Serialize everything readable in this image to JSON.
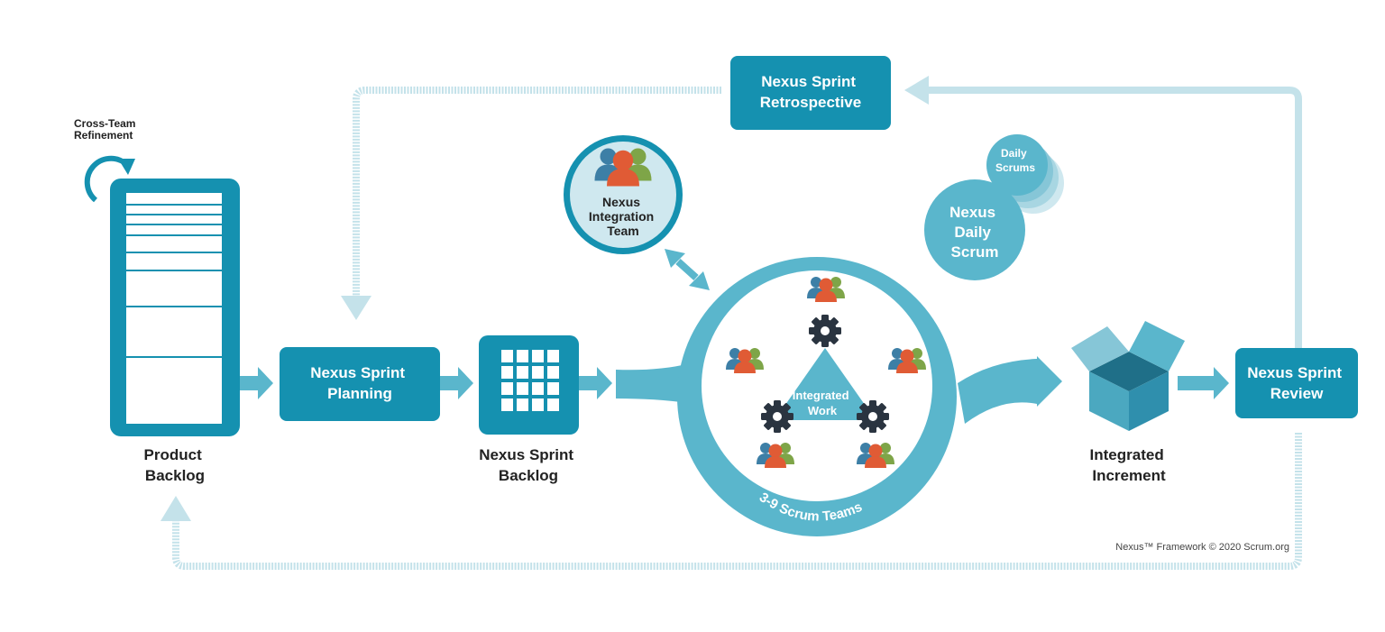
{
  "colors": {
    "teal": "#1591b0",
    "teal_light": "#5ab6cc",
    "teal_pale": "#cfe8ef",
    "dotted_line": "#c4e2ea",
    "gear": "#2a3440",
    "person_red": "#e05b35",
    "person_blue": "#3d7fa6",
    "person_green": "#7ea548"
  },
  "cross_team_refinement": {
    "line1": "Cross-Team",
    "line2": "Refinement"
  },
  "product_backlog": {
    "line1": "Product",
    "line2": "Backlog"
  },
  "nexus_sprint_planning": {
    "line1": "Nexus Sprint",
    "line2": "Planning"
  },
  "nexus_sprint_backlog": {
    "line1": "Nexus Sprint",
    "line2": "Backlog"
  },
  "nexus_integration_team": {
    "line1": "Nexus",
    "line2": "Integration",
    "line3": "Team"
  },
  "nexus_sprint_retrospective": {
    "line1": "Nexus Sprint",
    "line2": "Retrospective"
  },
  "daily_scrums": {
    "line1": "Daily",
    "line2": "Scrums"
  },
  "nexus_daily_scrum": {
    "line1": "Nexus",
    "line2": "Daily",
    "line3": "Scrum"
  },
  "integrated_work": {
    "line1": "Integrated",
    "line2": "Work"
  },
  "scrum_teams": {
    "label": "3-9 Scrum Teams"
  },
  "integrated_increment": {
    "line1": "Integrated",
    "line2": "Increment"
  },
  "nexus_sprint_review": {
    "line1": "Nexus Sprint",
    "line2": "Review"
  },
  "copyright": "Nexus™ Framework © 2020 Scrum.org"
}
